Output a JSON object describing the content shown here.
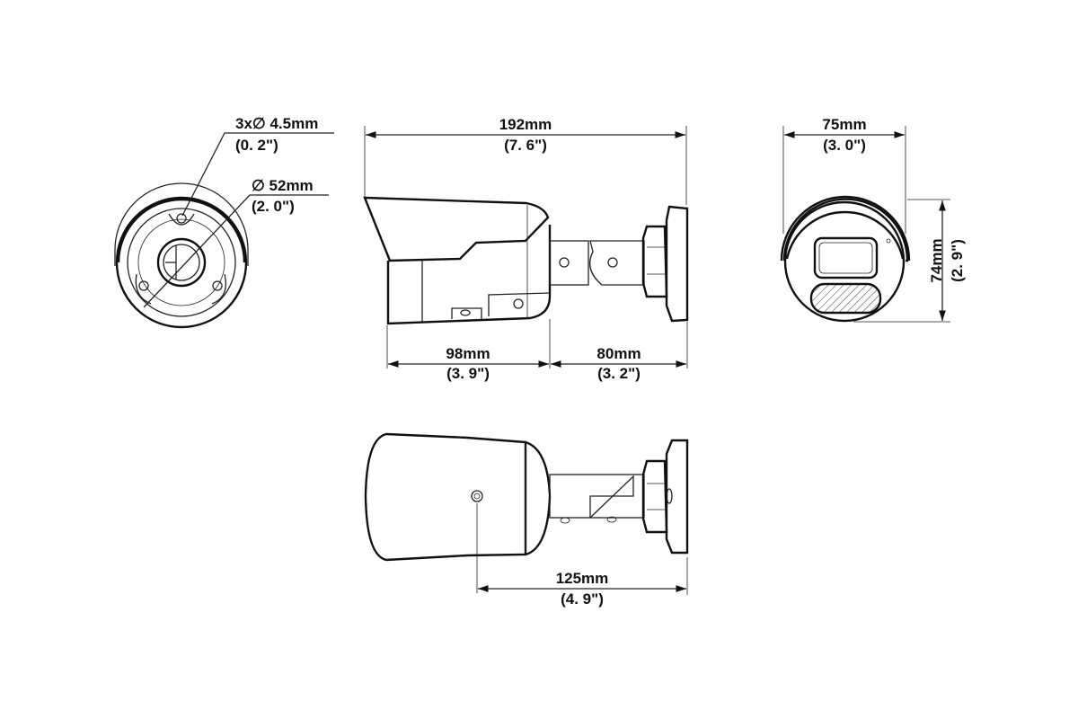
{
  "front_view": {
    "hole_label_mm": "3x∅ 4.5mm",
    "hole_label_in": "(0. 2\")",
    "diameter_label_mm": "∅ 52mm",
    "diameter_label_in": "(2. 0\")"
  },
  "side_view": {
    "length_mm": "192mm",
    "length_in": "(7. 6\")",
    "body_mm": "98mm",
    "body_in": "(3. 9\")",
    "bracket_mm": "80mm",
    "bracket_in": "(3. 2\")"
  },
  "end_view": {
    "width_mm": "75mm",
    "width_in": "(3. 0\")",
    "height_mm": "74mm",
    "height_in": "(2. 9\")"
  },
  "bottom_view": {
    "offset_mm": "125mm",
    "offset_in": "(4. 9\")"
  }
}
